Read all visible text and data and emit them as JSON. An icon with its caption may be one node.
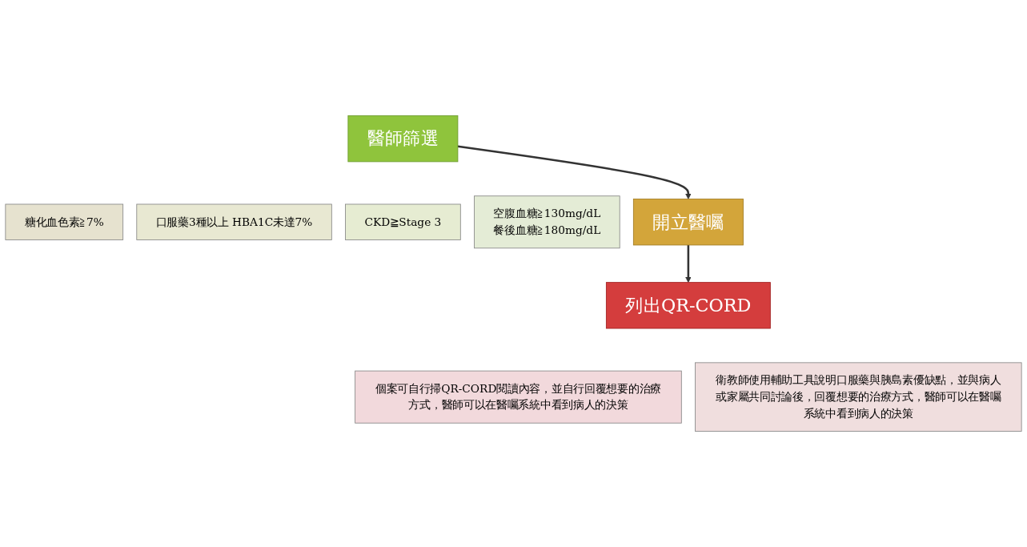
{
  "diagram": {
    "nodes": [
      {
        "text": [
          "醫師篩選"
        ]
      },
      {
        "text": [
          "糖化血色素≧7%"
        ]
      },
      {
        "text": [
          "口服藥3種以上 HBA1C未達7%"
        ]
      },
      {
        "text": [
          "CKD≧Stage 3"
        ]
      },
      {
        "text": [
          "空腹血糖≧130mg/dL",
          "餐後血糖≧180mg/dL"
        ]
      },
      {
        "text": [
          "開立醫囑"
        ]
      },
      {
        "text": [
          "列出QR-CORD"
        ]
      },
      {
        "text": [
          "個案可自行掃QR-CORD閱讀內容，並自行回覆想要的治療方式，醫師可以在醫囑系統中看到病人的決策"
        ]
      },
      {
        "text": [
          "衛教師使用輔助工具說明口服藥與胰島素優缺點，並與病人或家屬共同討論後，回覆想要的治療方式，醫師可以在醫囑系統中看到病人的決策"
        ]
      }
    ],
    "edges": [
      {
        "from": 0,
        "to": 5,
        "arrow": "to"
      },
      {
        "from": 5,
        "to": 6,
        "arrow": "to"
      }
    ]
  }
}
